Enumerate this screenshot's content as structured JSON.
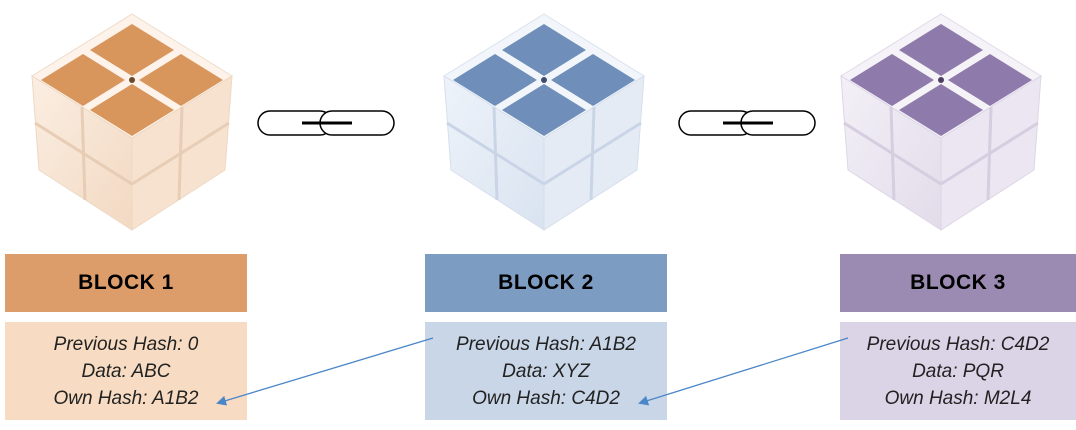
{
  "blocks": [
    {
      "title": "BLOCK 1",
      "previous_hash": "Previous Hash: 0",
      "data": "Data: ABC",
      "own_hash": "Own Hash: A1B2",
      "header_color": "#dc9d6b",
      "body_color": "#f7dcc3",
      "face_color": "#d9965c",
      "cube_body_color": "#f9e6d6"
    },
    {
      "title": "BLOCK 2",
      "previous_hash": "Previous Hash: A1B2",
      "data": "Data: XYZ",
      "own_hash": "Own Hash: C4D2",
      "header_color": "#7d9cc2",
      "body_color": "#c9d6e7",
      "face_color": "#6f8fba",
      "cube_body_color": "#e3ebf5"
    },
    {
      "title": "BLOCK 3",
      "previous_hash": "Previous Hash: C4D2",
      "data": "Data: PQR",
      "own_hash": "Own Hash: M2L4",
      "header_color": "#9b8ab1",
      "body_color": "#dbd3e6",
      "face_color": "#8e7bab",
      "cube_body_color": "#ebe6f1"
    }
  ],
  "link_color": "#4a86c8",
  "chain_icon": "chain-link-icon",
  "cube_icon": "cube-icon"
}
